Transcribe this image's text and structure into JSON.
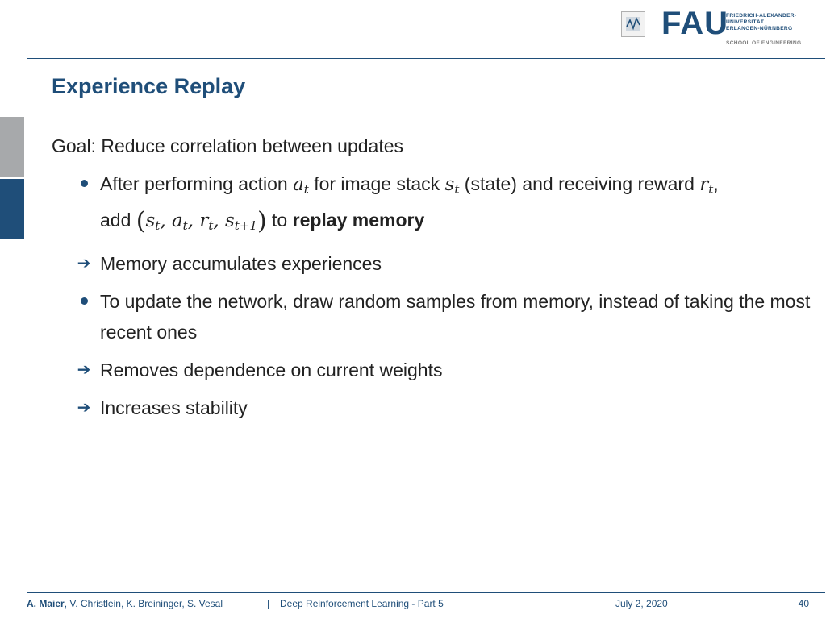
{
  "header": {
    "logo_text": "FAU",
    "university_lines": [
      "FRIEDRICH-ALEXANDER-",
      "UNIVERSITÄT",
      "ERLANGEN-NÜRNBERG"
    ],
    "school": "SCHOOL OF ENGINEERING",
    "small_logo_icon": "lab-logo-icon"
  },
  "slide": {
    "title": "Experience Replay",
    "goal": "Goal: Reduce correlation between updates",
    "bullet1": {
      "text_a": "After performing action ",
      "var_a": "a",
      "sub_a": "t",
      "text_b": " for image stack ",
      "var_s": "s",
      "sub_s": "t",
      "text_c": " (state) and receiving reward ",
      "var_r": "r",
      "sub_r": "t",
      "text_d": ",",
      "line2_a": "add ",
      "tuple_open": "(",
      "t_s": "s",
      "t_s_sub": "t",
      "t_comma1": ", ",
      "t_a": "a",
      "t_a_sub": "t",
      "t_comma2": ", ",
      "t_r": "r",
      "t_r_sub": "t",
      "t_comma3": ", ",
      "t_s2": "s",
      "t_s2_sub": "t+1",
      "tuple_close": ")",
      "line2_b": " to ",
      "bold_text": "replay memory"
    },
    "arrow1": "Memory accumulates experiences",
    "bullet2": "To update the network, draw random samples from memory, instead of taking the most recent ones",
    "arrow2": "Removes dependence on current weights",
    "arrow3": "Increases stability",
    "arrow_glyph": "➔"
  },
  "footer": {
    "lead_author": "A. Maier",
    "other_authors": ", V. Christlein, K. Breininger, S. Vesal",
    "separator": "|",
    "course": "Deep Reinforcement Learning - Part 5",
    "date": "July 2, 2020",
    "page": "40"
  },
  "colors": {
    "accent": "#1f4e79",
    "tab_gray": "#a7a9ab"
  }
}
